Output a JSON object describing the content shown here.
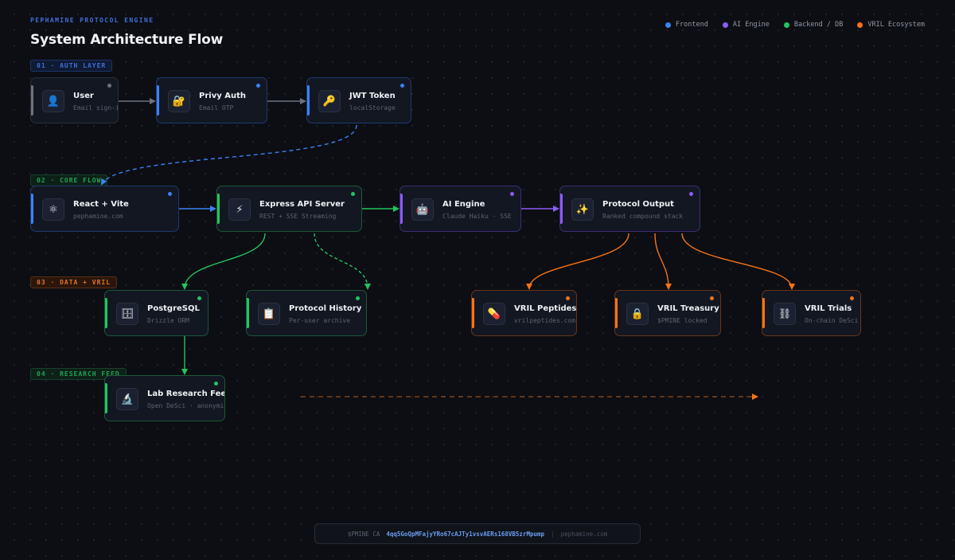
{
  "header": {
    "eyebrow": "PEPHAMINE PROTOCOL ENGINE",
    "title": "System Architecture Flow"
  },
  "legend": [
    {
      "label": "Frontend",
      "color": "#3b82f6"
    },
    {
      "label": "AI Engine",
      "color": "#8b5cf6"
    },
    {
      "label": "Backend / DB",
      "color": "#22c55e"
    },
    {
      "label": "VRIL Ecosystem",
      "color": "#f97316"
    }
  ],
  "sections": {
    "auth": "01 · AUTH LAYER",
    "core": "02 · CORE FLOW",
    "data": "03 · DATA + VRIL",
    "research": "04 · RESEARCH FEED"
  },
  "colors": {
    "neutral": "#6b7280",
    "frontend": "#3b82f6",
    "ai": "#8b5cf6",
    "backend": "#22c55e",
    "vril": "#f97316"
  },
  "nodes": {
    "user": {
      "title": "User",
      "subtitle": "Email sign-in",
      "icon": "user-icon"
    },
    "privy": {
      "title": "Privy Auth",
      "subtitle": "Email OTP",
      "icon": "lock-key-icon"
    },
    "jwt": {
      "title": "JWT Token",
      "subtitle": "localStorage",
      "icon": "key-icon"
    },
    "react": {
      "title": "React + Vite",
      "subtitle": "pephamine.com",
      "icon": "atom-icon"
    },
    "express": {
      "title": "Express API Server",
      "subtitle": "REST + SSE Streaming",
      "icon": "lightning-icon"
    },
    "ai": {
      "title": "AI Engine",
      "subtitle": "Claude Haiku · SSE",
      "icon": "robot-icon"
    },
    "output": {
      "title": "Protocol Output",
      "subtitle": "Ranked compound stack",
      "icon": "sparkles-icon"
    },
    "postgres": {
      "title": "PostgreSQL",
      "subtitle": "Drizzle ORM",
      "icon": "database-icon"
    },
    "history": {
      "title": "Protocol History",
      "subtitle": "Per-user archive",
      "icon": "clipboard-icon"
    },
    "peptides": {
      "title": "VRIL Peptides",
      "subtitle": "vrilpeptides.com",
      "icon": "pill-icon"
    },
    "treasury": {
      "title": "VRIL Treasury",
      "subtitle": "$PMINE locked",
      "icon": "padlock-icon"
    },
    "trials": {
      "title": "VRIL Trials",
      "subtitle": "On-chain DeSci",
      "icon": "chain-icon"
    },
    "lab": {
      "title": "Lab Research Feed",
      "subtitle": "Open DeSci · anonymized",
      "icon": "microscope-icon"
    }
  },
  "footer": {
    "ca_label": "$PMINE CA",
    "ca_address": "4qq5GoQpMFajyYRo67cAJTy1vsvAERs168VB5zrMpump",
    "separator": "|",
    "site": "pephamine.com"
  }
}
